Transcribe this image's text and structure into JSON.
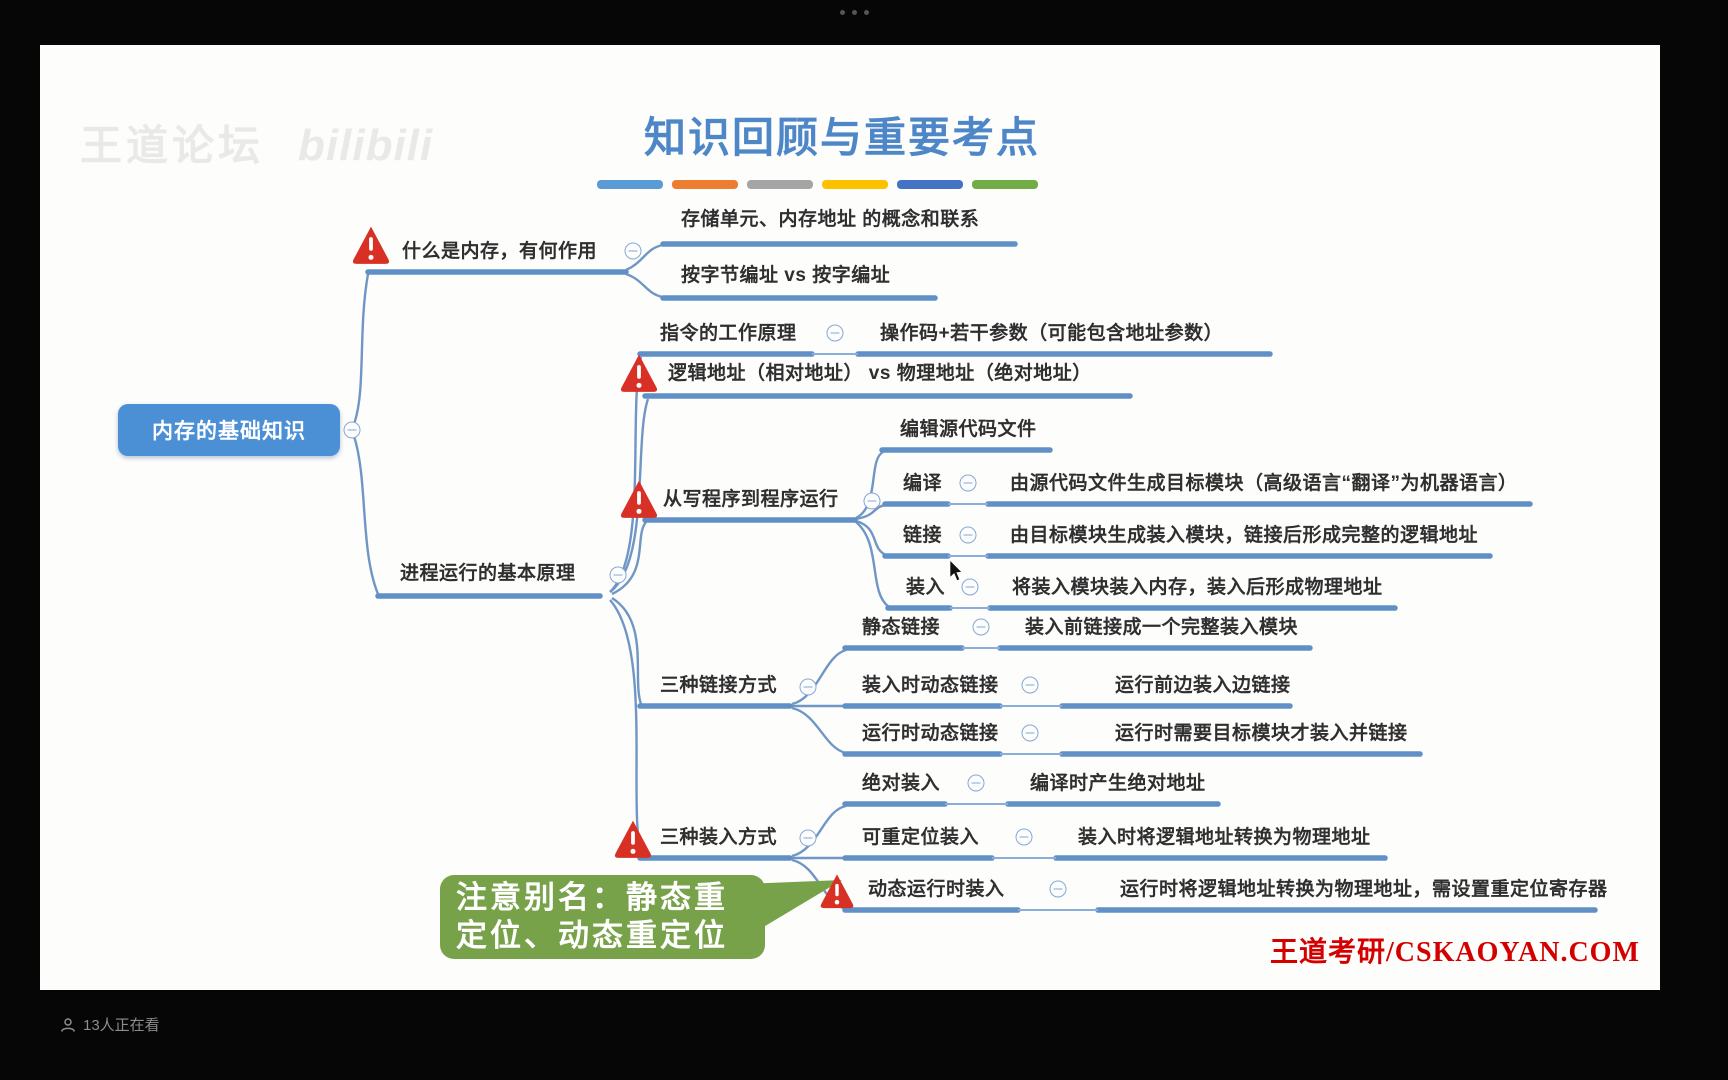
{
  "player": {
    "menu_dots": "···",
    "viewers_label": "13人正在看"
  },
  "watermarks": {
    "top_left_text": "王道论坛",
    "top_left_logo": "bilibili",
    "bottom_right": "王道考研/CSKAOYAN.COM",
    "bottom_right_color": "#d40000"
  },
  "icons": {
    "collapse": "⊖",
    "warning": "⚠",
    "viewers": "👤",
    "cursor": "↖"
  },
  "slide": {
    "title": "知识回顾与重要考点",
    "title_color": "#4e87c8",
    "accent_bar_colors": [
      "#5b9bd5",
      "#ed7d31",
      "#a5a5a5",
      "#ffc000",
      "#4472c4",
      "#70ad47"
    ],
    "mindmap": {
      "root": "内存的基础知识",
      "root_color": "#4b8fd5",
      "branch_color": "#6190c7",
      "warning_color": "#d93025",
      "nodes": {
        "what": "什么是内存，有何作用",
        "what_c1": "存储单元、内存地址 的概念和联系",
        "what_c2": "按字节编址 vs 按字编址",
        "process": "进程运行的基本原理",
        "instr": "指令的工作原理",
        "instr_desc": "操作码+若干参数（可能包含地址参数）",
        "addr": "逻辑地址（相对地址） vs 物理地址（绝对地址）",
        "fromwrite": "从写程序到程序运行",
        "edit": "编辑源代码文件",
        "compile": "编译",
        "compile_desc": "由源代码文件生成目标模块（高级语言“翻译”为机器语言）",
        "link": "链接",
        "link_desc": "由目标模块生成装入模块，链接后形成完整的逻辑地址",
        "load": "装入",
        "load_desc": "将装入模块装入内存，装入后形成物理地址",
        "threelink": "三种链接方式",
        "static_link": "静态链接",
        "static_link_desc": "装入前链接成一个完整装入模块",
        "loadtime_link": "装入时动态链接",
        "loadtime_link_desc": "运行前边装入边链接",
        "runtime_link": "运行时动态链接",
        "runtime_link_desc": "运行时需要目标模块才装入并链接",
        "threeload": "三种装入方式",
        "abs_load": "绝对装入",
        "abs_load_desc": "编译时产生绝对地址",
        "reloc_load": "可重定位装入",
        "reloc_load_desc": "装入时将逻辑地址转换为物理地址",
        "dyn_load": "动态运行时装入",
        "dyn_load_desc": "运行时将逻辑地址转换为物理地址，需设置重定位寄存器"
      },
      "callout": {
        "text": "注意别名：静态重定位、动态重定位",
        "color": "#78a24a"
      }
    }
  }
}
